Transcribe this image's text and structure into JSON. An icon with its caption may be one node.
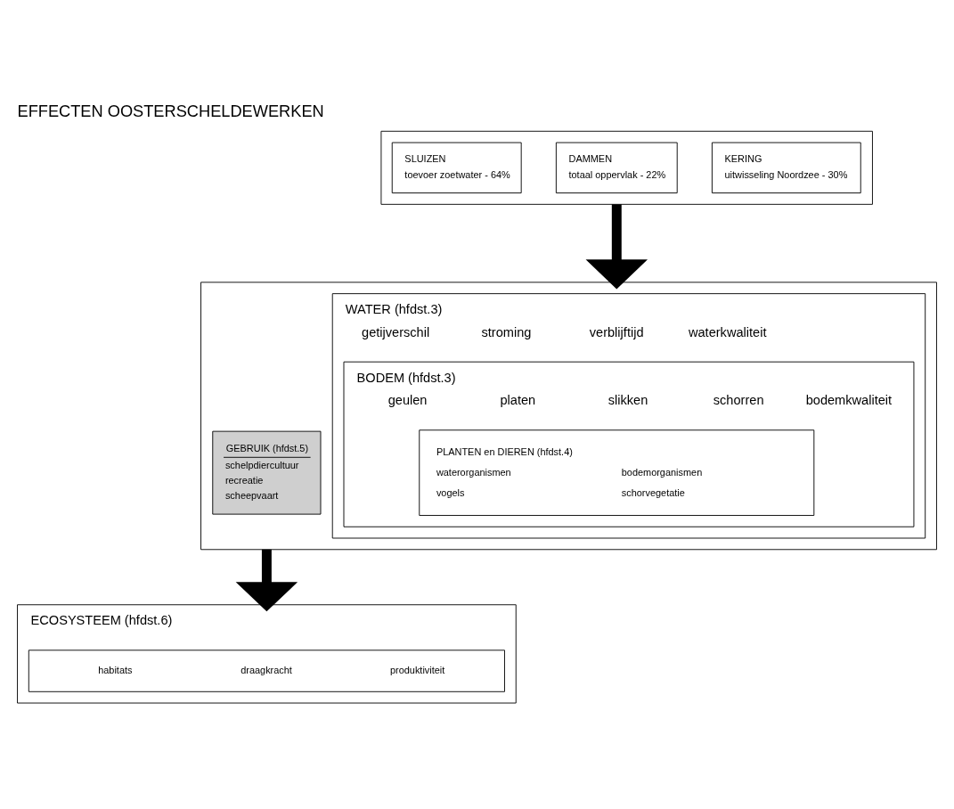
{
  "diagram": {
    "title": "EFFECTEN OOSTERSCHELDEWERKEN",
    "nodes": [
      {
        "text": [],
        "shape": "box"
      },
      {
        "text": [
          "KERING",
          "uitwisseling Noordzee - 30%"
        ],
        "in": 0
      },
      {
        "text": [
          "DAMMEN",
          "totaal oppervlak - 22%"
        ],
        "in": 0
      },
      {
        "text": [
          "SLUIZEN",
          "toevoer zoetwater - 64%"
        ],
        "in": 0
      },
      {
        "text": [],
        "shape": "box"
      },
      {
        "text": [
          "WATER (hfdst.3)",
          "getijverschil",
          "stroming",
          "verblijftijd",
          "waterkwaliteit"
        ],
        "in": 4
      },
      {
        "text": [
          "BODEM (hfdst.3)",
          "geulen",
          "platen",
          "slikken",
          "schorren",
          "bodemkwaliteit"
        ],
        "in": 5
      },
      {
        "text": [
          "PLANTEN en DIEREN (hfdst.4)",
          "waterorganismen",
          "bodemorganismen",
          "vogels",
          "schorvegetatie"
        ],
        "in": 6
      },
      {
        "text": [
          "GEBRUIK (hfdst.5)",
          "schelpdiercultuur",
          "recreatie",
          "scheepvaart"
        ],
        "in": 4
      },
      {
        "text": [
          "ECOSYSTEEM (hfdst.6)"
        ]
      },
      {
        "text": [
          "habitats",
          "draagkracht",
          "produktiviteit"
        ],
        "in": 9
      }
    ],
    "edges": [
      {
        "from": 0,
        "to": 4,
        "arrow": "to"
      },
      {
        "from": 4,
        "to": 9,
        "arrow": "to"
      }
    ]
  }
}
